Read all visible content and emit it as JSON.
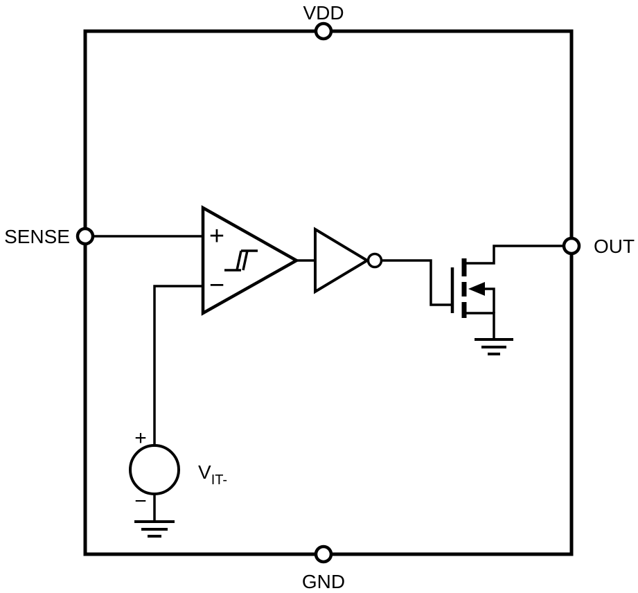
{
  "diagram": {
    "pins": {
      "vdd": "VDD",
      "gnd": "GND",
      "sense": "SENSE",
      "out": "OUT"
    },
    "comparator": {
      "noninverting_label": "+",
      "inverting_label": "−"
    },
    "reference_source": {
      "positive_label": "+",
      "negative_label": "−",
      "name_base": "V",
      "name_subscript": "IT-"
    },
    "colors": {
      "stroke": "#000000",
      "background": "#ffffff"
    }
  }
}
